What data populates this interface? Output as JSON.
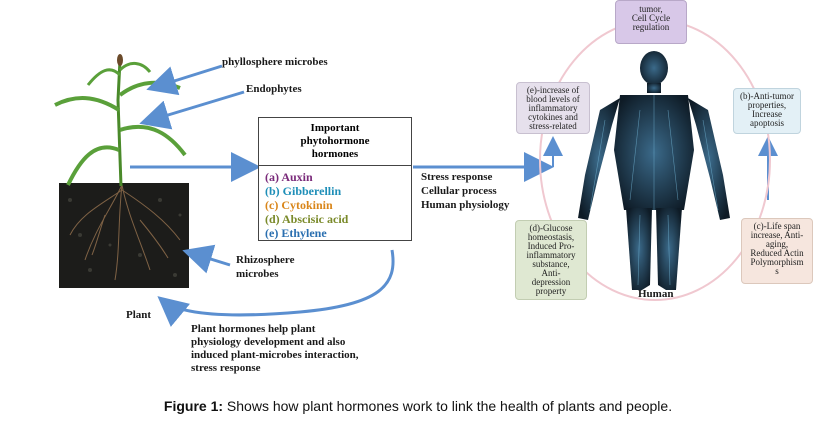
{
  "labels": {
    "phyllosphere": "phyllosphere microbes",
    "endophytes": "Endophytes",
    "rhizosphere_line1": "Rhizosphere",
    "rhizosphere_line2": "microbes",
    "plant": "Plant",
    "human": "Human",
    "plant_note": [
      "Plant hormones help plant",
      "physiology development and also",
      "induced plant-microbes interaction,",
      "stress response"
    ],
    "stress_response": "Stress response",
    "cellular_process": "Cellular process",
    "human_physiology": "Human physiology"
  },
  "hormone_box": {
    "title": [
      "Important",
      "phytohormone",
      "hormones"
    ],
    "items": [
      {
        "text": "(a) Auxin",
        "color": "#7a2a7a"
      },
      {
        "text": "(b) Gibberellin",
        "color": "#1f8fb8"
      },
      {
        "text": "(c) Cytokinin",
        "color": "#d9861a"
      },
      {
        "text": "(d) Abscisic acid",
        "color": "#7a8a2a"
      },
      {
        "text": "(e) Ethylene",
        "color": "#2a6fb0"
      }
    ]
  },
  "effects": {
    "a": {
      "text": [
        "tumor,",
        "Cell Cycle",
        "regulation"
      ],
      "color": "#d8c8e8"
    },
    "b": {
      "text": [
        "(b)-Anti-tumor",
        "properties,",
        "Increase",
        "apoptosis"
      ],
      "color": "#e3f0f6"
    },
    "c": {
      "text": [
        "(c)-Life span",
        "increase, Anti-",
        "aging,",
        "Reduced Actin",
        "Polymorphism",
        "s"
      ],
      "color": "#f6e6de"
    },
    "d": {
      "text": [
        "(d)-Glucose",
        "homeostasis,",
        "Induced Pro-",
        "inflammatory",
        "substance,",
        "Anti-",
        "depression",
        "property"
      ],
      "color": "#dfe8d2"
    },
    "e": {
      "text": [
        "(e)-increase of",
        "blood levels of",
        "inflammatory",
        "cytokines and",
        "stress-related"
      ],
      "color": "#e6e0ec"
    }
  },
  "caption": {
    "bold": "Figure 1:",
    "text": " Shows how plant hormones work to link the health of plants and people."
  }
}
